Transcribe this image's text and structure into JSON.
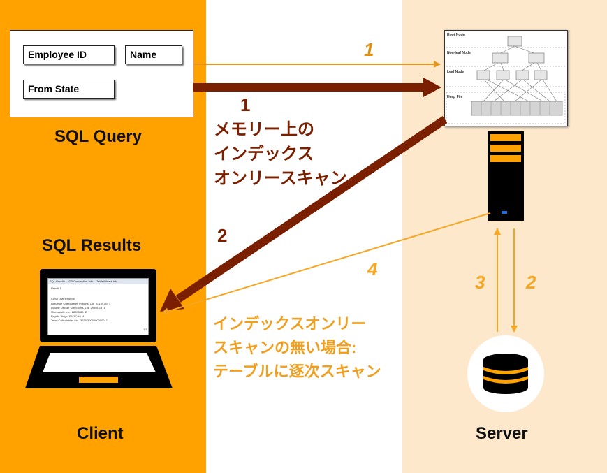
{
  "query": {
    "title": "SQL Query",
    "fields": [
      "Employee ID",
      "Name",
      "From State"
    ]
  },
  "client": {
    "results_title": "SQL Results",
    "label": "Client",
    "screen": {
      "tabs": [
        "SQL Results",
        "DB Connection Info",
        "Table/Object Info"
      ],
      "result_tab": "Result 1",
      "column_header": "CUSTOMERNAME",
      "rows": [
        [
          "Baruetoe Collectables Imports, Co.",
          "31159.89",
          "1"
        ],
        [
          "Double Decker Gift Stores, Ltd",
          "29998.13",
          "1"
        ],
        [
          "Microcosile Inc.",
          "28335.83",
          "2"
        ],
        [
          "Royale Belge",
          "29217.16",
          "4"
        ],
        [
          "Tekni Collectables Inc.",
          "3630.30000000000",
          "1"
        ]
      ],
      "footer": "1/1"
    }
  },
  "server": {
    "label": "Server",
    "tree_labels": {
      "root": "Root Node",
      "nonleaf": "Non-leaf Node",
      "leaf": "Leaf Node",
      "heap": "Heap File"
    }
  },
  "steps": {
    "step1_top": "1",
    "step1_bold": "1",
    "step2_client": "2",
    "step2_db": "2",
    "step3_db": "3",
    "step4": "4"
  },
  "notes": {
    "index_only": [
      "メモリー上の",
      "インデックス",
      "オンリースキャン"
    ],
    "no_index_only": [
      "インデックスオンリー",
      "スキャンの無い場合:",
      "テーブルに逐次スキャン"
    ]
  },
  "colors": {
    "orange": "#ffa200",
    "light_orange": "#fde8cc",
    "dark_red": "#7a2000",
    "arrow_orange": "#f5a623",
    "text_orange": "#f0a020",
    "step_gold": "#e09010"
  }
}
